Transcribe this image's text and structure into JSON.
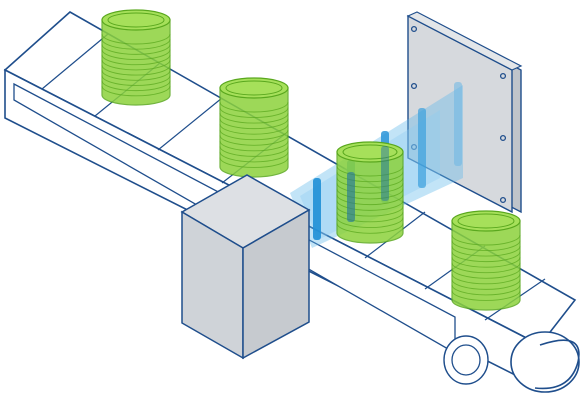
{
  "colors": {
    "background": "#ffffff",
    "outline": "#1f4e8c",
    "belt_fill": "#ffffff",
    "box_front": "#cfd3d8",
    "box_top": "#dde0e4",
    "box_side": "#b9bec4",
    "panel_face": "#d6d9dd",
    "panel_edge": "#bfc4ca",
    "can_fill": "#8cd23c",
    "can_top": "#a6e05a",
    "can_stroke": "#5aa81e",
    "beam": "#5fb7ea",
    "beam_bar": "#1f8fd6",
    "bolt": "#1f4e8c"
  },
  "objects": {
    "belt": "conveyor-belt",
    "cans": [
      "can",
      "can",
      "can",
      "can"
    ],
    "scanner_box": "sensor-box",
    "panel": "receiver-panel",
    "beams": "light-curtain"
  }
}
